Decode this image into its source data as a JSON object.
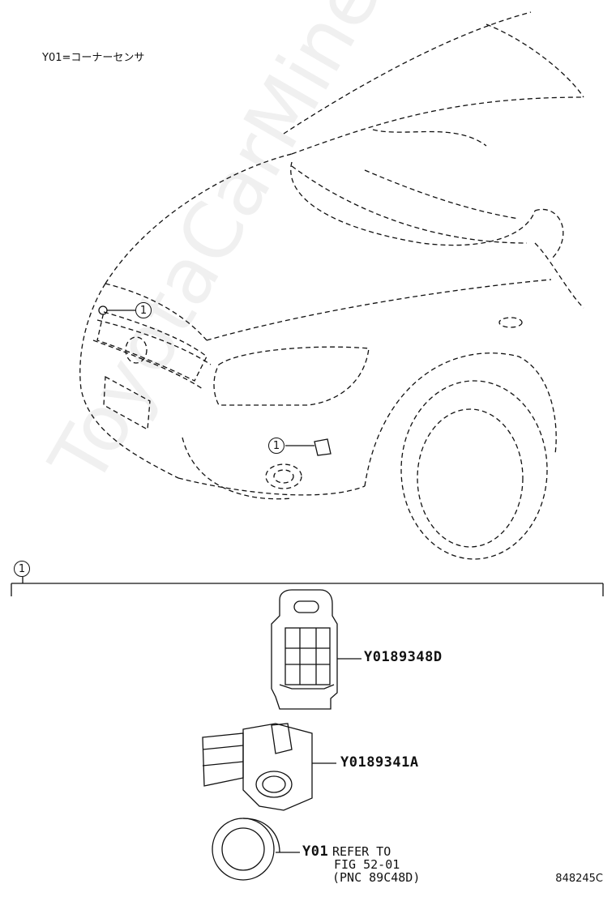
{
  "legend": "Y01=コーナーセンサ",
  "callout_1": "1",
  "group_marker": "1",
  "parts": [
    {
      "number": "Y0189348D"
    },
    {
      "number": "Y0189341A"
    },
    {
      "number": "Y01",
      "note_lines": [
        "REFER TO",
        "FIG 52-01",
        "(PNC 89C48D)"
      ]
    }
  ],
  "figure_id": "848245C",
  "watermark": "ToyotaCarMine.ru"
}
